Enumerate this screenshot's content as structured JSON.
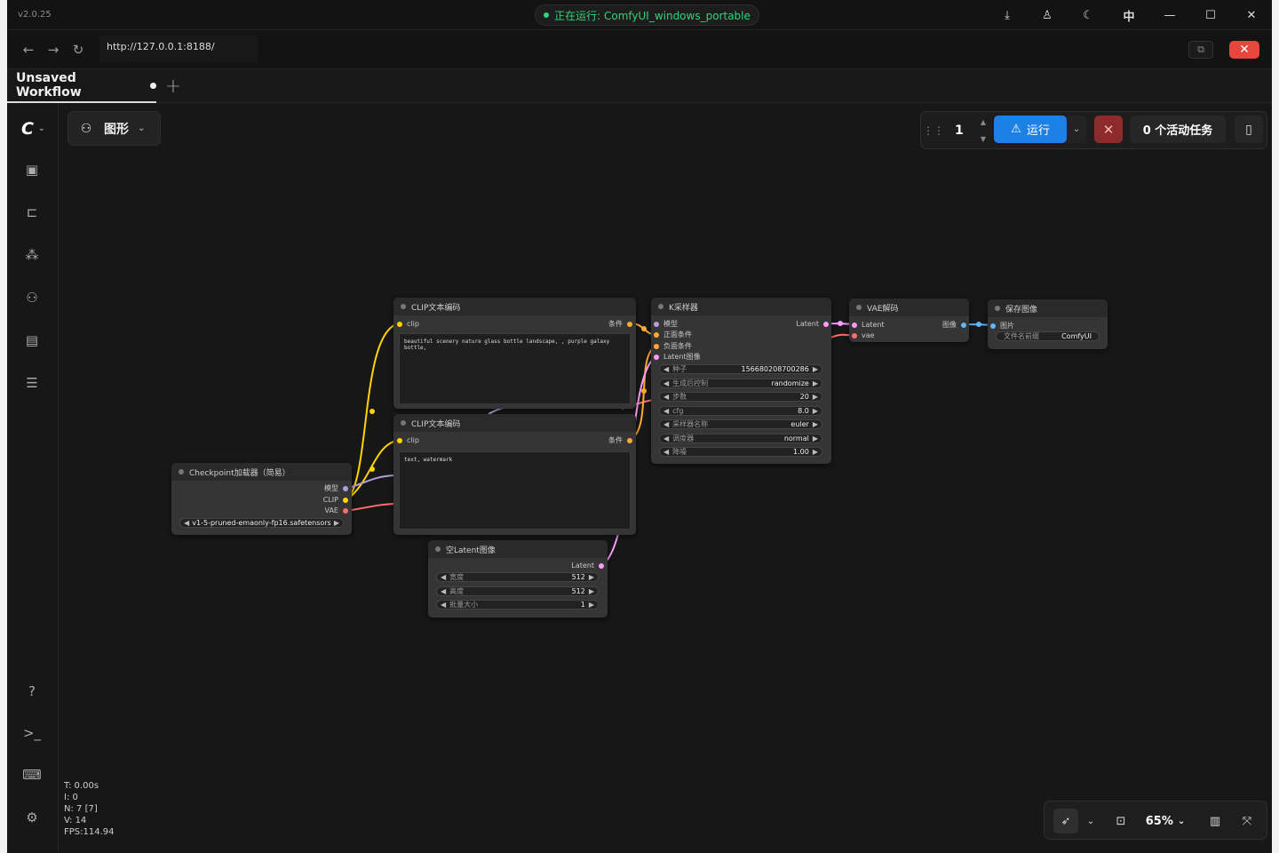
{
  "app": {
    "version": "v2.0.25",
    "status": "正在运行: ComfyUI_windows_portable",
    "url": "http://127.0.0.1:8188/"
  },
  "tabs": [
    {
      "label": "Unsaved Workflow",
      "dirty": true
    }
  ],
  "graph_menu": {
    "label": "图形"
  },
  "run": {
    "batch": "1",
    "run_label": "运行",
    "queue_label": "0 个活动任务"
  },
  "top_icons": [
    "download-icon",
    "user-icon",
    "moon-icon",
    "language-icon",
    "minimize-icon",
    "maximize-icon",
    "close-icon"
  ],
  "sidebar": [
    "logo-icon",
    "image-icon",
    "models-icon",
    "nodes-icon",
    "workflow-icon",
    "templates-icon",
    "queue-icon",
    "help-icon",
    "terminal-icon",
    "keyboard-icon",
    "settings-icon"
  ],
  "nodes": {
    "clip_pos": {
      "title": "CLIP文本编码",
      "in": "clip",
      "out": "条件",
      "text": "beautiful scenery nature glass bottle landscape, , purple galaxy bottle,"
    },
    "clip_neg": {
      "title": "CLIP文本编码",
      "in": "clip",
      "out": "条件",
      "text": "text, watermark"
    },
    "checkpoint": {
      "title": "Checkpoint加载器（简易）",
      "outs": [
        "模型",
        "CLIP",
        "VAE"
      ],
      "ckpt": "v1-5-pruned-emaonly-fp16.safetensors"
    },
    "ksampler": {
      "title": "K采样器",
      "ins": [
        "模型",
        "正面条件",
        "负面条件",
        "Latent图像"
      ],
      "out": "Latent",
      "widgets": [
        {
          "label": "种子",
          "value": "156680208700286"
        },
        {
          "label": "生成后控制",
          "value": "randomize"
        },
        {
          "label": "步数",
          "value": "20"
        },
        {
          "label": "cfg",
          "value": "8.0"
        },
        {
          "label": "采样器名称",
          "value": "euler"
        },
        {
          "label": "调度器",
          "value": "normal"
        },
        {
          "label": "降噪",
          "value": "1.00"
        }
      ]
    },
    "vae": {
      "title": "VAE解码",
      "ins": [
        "Latent",
        "vae"
      ],
      "out": "图像"
    },
    "save": {
      "title": "保存图像",
      "in": "图片",
      "prefix_label": "文件名前缀",
      "prefix": "ComfyUI"
    },
    "latent": {
      "title": "空Latent图像",
      "out": "Latent",
      "widgets": [
        {
          "label": "宽度",
          "value": "512"
        },
        {
          "label": "高度",
          "value": "512"
        },
        {
          "label": "批量大小",
          "value": "1"
        }
      ]
    }
  },
  "stats": [
    "T: 0.00s",
    "I: 0",
    "N: 7 [7]",
    "V: 14",
    "FPS:114.94"
  ],
  "zoom": "65%",
  "colors": {
    "clip": "#ffd500",
    "model": "#b39ddb",
    "vae": "#ff6e6e",
    "latent": "#ff9cf9",
    "conditioning": "#ffa931",
    "image": "#64b5f6",
    "run": "#1d80e6"
  }
}
